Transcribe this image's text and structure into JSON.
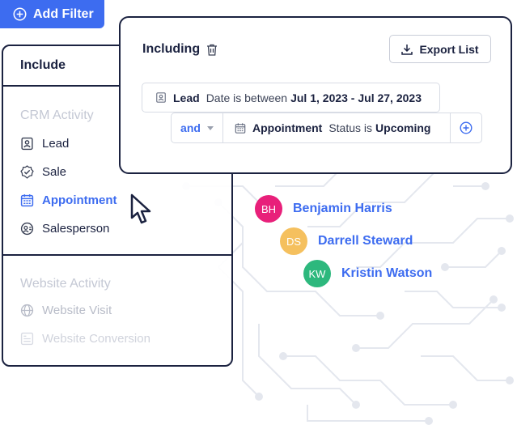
{
  "add_filter": {
    "label": "Add Filter",
    "icon": "plus-circle-icon",
    "color": "#3d6cf0"
  },
  "include_panel": {
    "title": "Include",
    "sections": [
      {
        "title": "CRM Activity",
        "items": [
          {
            "label": "Lead",
            "icon": "id-badge-icon"
          },
          {
            "label": "Sale",
            "icon": "check-badge-icon"
          },
          {
            "label": "Appointment",
            "icon": "calendar-icon",
            "active": true
          },
          {
            "label": "Salesperson",
            "icon": "user-circle-icon"
          }
        ]
      },
      {
        "title": "Website Activity",
        "items": [
          {
            "label": "Website Visit",
            "icon": "globe-icon"
          },
          {
            "label": "Website Conversion",
            "icon": "form-icon"
          }
        ]
      }
    ]
  },
  "including_panel": {
    "title": "Including",
    "export_label": "Export List",
    "filter1": {
      "entity": "Lead",
      "condition": "Date is between",
      "value": "Jul 1, 2023 - Jul 27, 2023"
    },
    "connector": "and",
    "filter2": {
      "entity": "Appointment",
      "condition": "Status is",
      "value": "Upcoming"
    }
  },
  "people": [
    {
      "initials": "BH",
      "name": "Benjamin Harris",
      "color": "#e8207a"
    },
    {
      "initials": "DS",
      "name": "Darrell Steward",
      "color": "#f5c05e"
    },
    {
      "initials": "KW",
      "name": "Kristin Watson",
      "color": "#2db87d"
    }
  ]
}
